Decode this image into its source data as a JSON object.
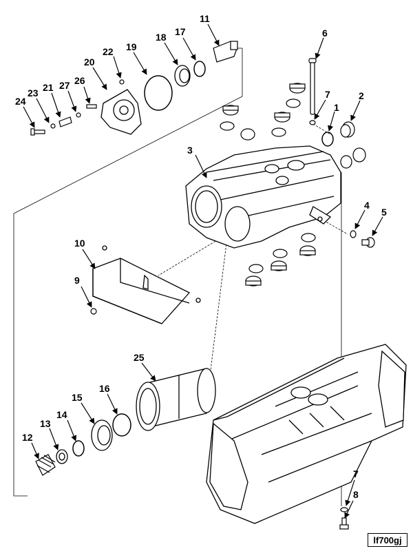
{
  "figure_id": "lf700gj",
  "callouts": {
    "c1": "1",
    "c2": "2",
    "c3": "3",
    "c4": "4",
    "c5": "5",
    "c6": "6",
    "c7a": "7",
    "c7b": "7",
    "c8": "8",
    "c9": "9",
    "c10": "10",
    "c11": "11",
    "c12": "12",
    "c13": "13",
    "c14": "14",
    "c15": "15",
    "c16": "16",
    "c17": "17",
    "c18": "18",
    "c19": "19",
    "c20": "20",
    "c21": "21",
    "c22": "22",
    "c23": "23",
    "c24": "24",
    "c25": "25",
    "c26": "26",
    "c27": "27"
  }
}
